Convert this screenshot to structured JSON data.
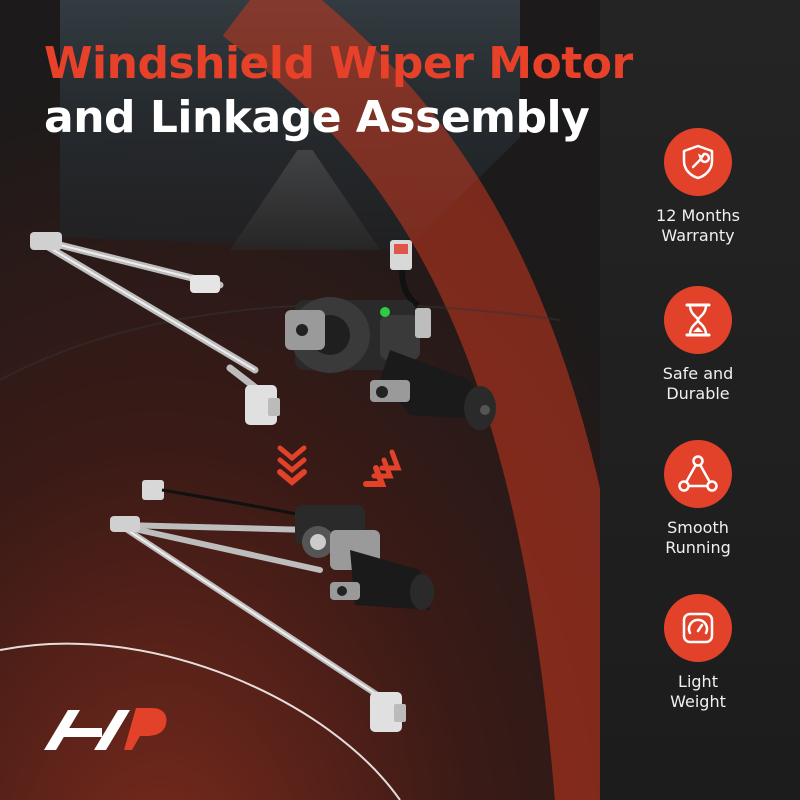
{
  "title": {
    "line1": "Windshield Wiper Motor",
    "line2": "and Linkage Assembly"
  },
  "colors": {
    "accent": "#e2412a",
    "title_accent": "#e8412a",
    "background": "#1c1c1c",
    "text": "#ffffff"
  },
  "features": [
    {
      "icon": "shield-wrench-icon",
      "line1": "12 Months",
      "line2": "Warranty"
    },
    {
      "icon": "hourglass-icon",
      "line1": "Safe and",
      "line2": "Durable"
    },
    {
      "icon": "triangle-nodes-icon",
      "line1": "Smooth",
      "line2": "Running"
    },
    {
      "icon": "gauge-icon",
      "line1": "Light",
      "line2": "Weight"
    }
  ],
  "brand": {
    "logo": "a-premium-logo"
  }
}
